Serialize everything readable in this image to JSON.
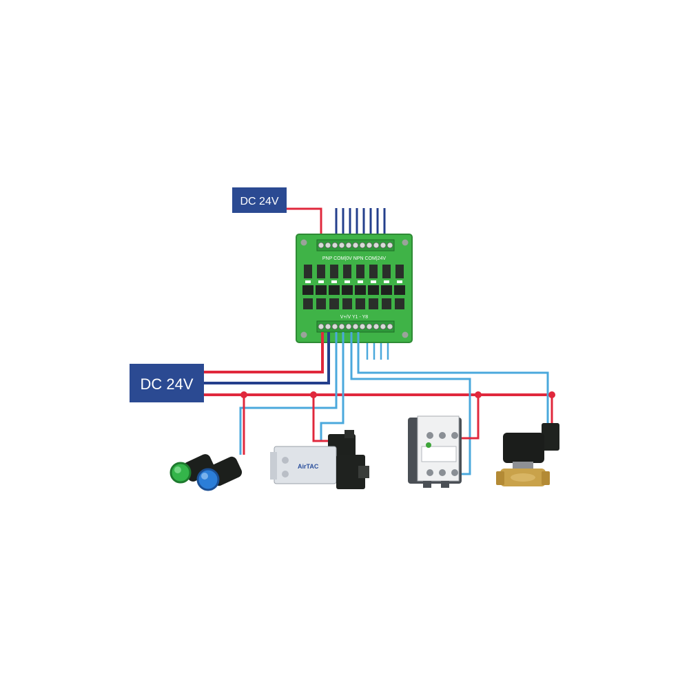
{
  "diagram": {
    "supply_top": {
      "label": "DC 24V"
    },
    "supply_main": {
      "label": "DC 24V"
    },
    "board": {
      "top_silkscreen": "PNP COM|0V NPN COM|24V",
      "bottom_silkscreen": "V+/V    Y1 - Y8",
      "input_channels": 8,
      "output_channels": 8
    },
    "devices": [
      {
        "name": "indicator-lights"
      },
      {
        "name": "solenoid-valve",
        "brand_text": "AirTAC"
      },
      {
        "name": "contactor"
      },
      {
        "name": "water-solenoid-valve"
      }
    ],
    "wire_colors": {
      "positive": "#e0283c",
      "negative": "#243f8c",
      "signal": "#4aa8dc",
      "board_green": "#3fb347",
      "label_bg": "#2b4a92"
    }
  }
}
